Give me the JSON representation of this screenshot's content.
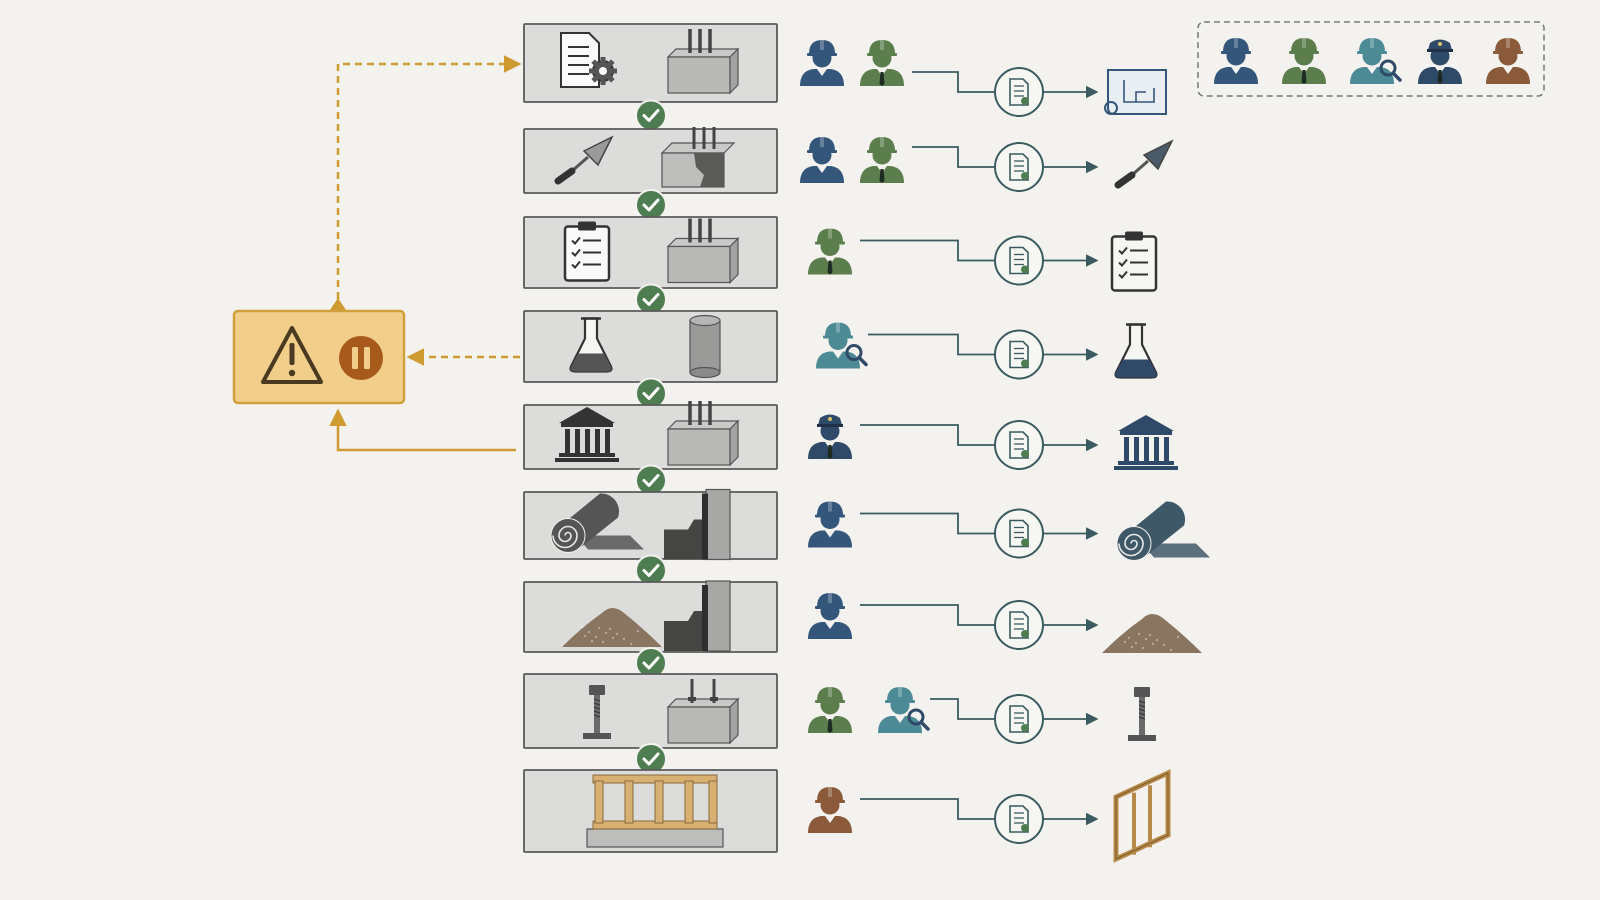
{
  "colors": {
    "background": "#f3f2ee",
    "stage_fill": "#dcdcda",
    "stage_border": "#5a5a5a",
    "check": "#4e7d52",
    "alert_fill": "#f1cf8a",
    "alert_border": "#d1a03c",
    "alert_line": "#cf9a2f",
    "hold": "#a85a1c",
    "flow_line": "#3a5b60",
    "blue_role": "#34567a",
    "green_role": "#5b7e4c",
    "teal_role": "#4c8a96",
    "navy_role": "#2f4a68",
    "brown_role": "#8a5a3a"
  },
  "legend": {
    "roles": [
      {
        "role": "engineer",
        "icon": "hardhat-worker-icon",
        "color": "#34567a"
      },
      {
        "role": "supervisor",
        "icon": "hardhat-tie-worker-icon",
        "color": "#5b7e4c"
      },
      {
        "role": "inspector",
        "icon": "inspector-magnifier-icon",
        "color": "#4c8a96"
      },
      {
        "role": "official",
        "icon": "police-cap-icon",
        "color": "#2f4a68"
      },
      {
        "role": "carpenter",
        "icon": "hardhat-worker-icon",
        "color": "#8a5a3a"
      }
    ]
  },
  "alert": {
    "icons": [
      "warning-triangle-icon",
      "pause-icon"
    ]
  },
  "stages": [
    {
      "step": "design-review",
      "left_icon": "document-gear-icon",
      "right_icon": "rebar-foundation-block-icon",
      "roles": [
        "engineer",
        "supervisor"
      ],
      "output_icon": "blueprint-icon",
      "passed": true
    },
    {
      "step": "concrete-repair",
      "left_icon": "trowel-icon",
      "right_icon": "damaged-concrete-icon",
      "roles": [
        "engineer",
        "supervisor"
      ],
      "output_icon": "trowel-icon",
      "passed": true
    },
    {
      "step": "checklist-inspection",
      "left_icon": "clipboard-checklist-icon",
      "right_icon": "rebar-foundation-block-icon",
      "roles": [
        "supervisor"
      ],
      "output_icon": "clipboard-checklist-icon",
      "passed": true
    },
    {
      "step": "lab-testing",
      "left_icon": "flask-icon",
      "right_icon": "concrete-cylinder-icon",
      "roles": [
        "inspector"
      ],
      "output_icon": "flask-icon",
      "passed": true
    },
    {
      "step": "authority-approval",
      "left_icon": "government-building-icon",
      "right_icon": "rebar-foundation-block-icon",
      "roles": [
        "official"
      ],
      "output_icon": "government-building-icon",
      "passed": true
    },
    {
      "step": "waterproofing",
      "left_icon": "membrane-roll-icon",
      "right_icon": "waterproofed-wall-icon",
      "roles": [
        "engineer"
      ],
      "output_icon": "membrane-roll-icon",
      "passed": true
    },
    {
      "step": "backfill",
      "left_icon": "soil-pile-icon",
      "right_icon": "backfilled-wall-icon",
      "roles": [
        "engineer"
      ],
      "output_icon": "soil-pile-icon",
      "passed": true
    },
    {
      "step": "anchor-bolts",
      "left_icon": "anchor-bolt-icon",
      "right_icon": "bolted-foundation-block-icon",
      "roles": [
        "supervisor",
        "inspector"
      ],
      "output_icon": "anchor-bolt-icon",
      "passed": true
    },
    {
      "step": "framing",
      "left_icon": "wood-frame-on-foundation-icon",
      "right_icon": "",
      "roles": [
        "carpenter"
      ],
      "output_icon": "wood-frame-panel-icon",
      "passed": false
    }
  ]
}
